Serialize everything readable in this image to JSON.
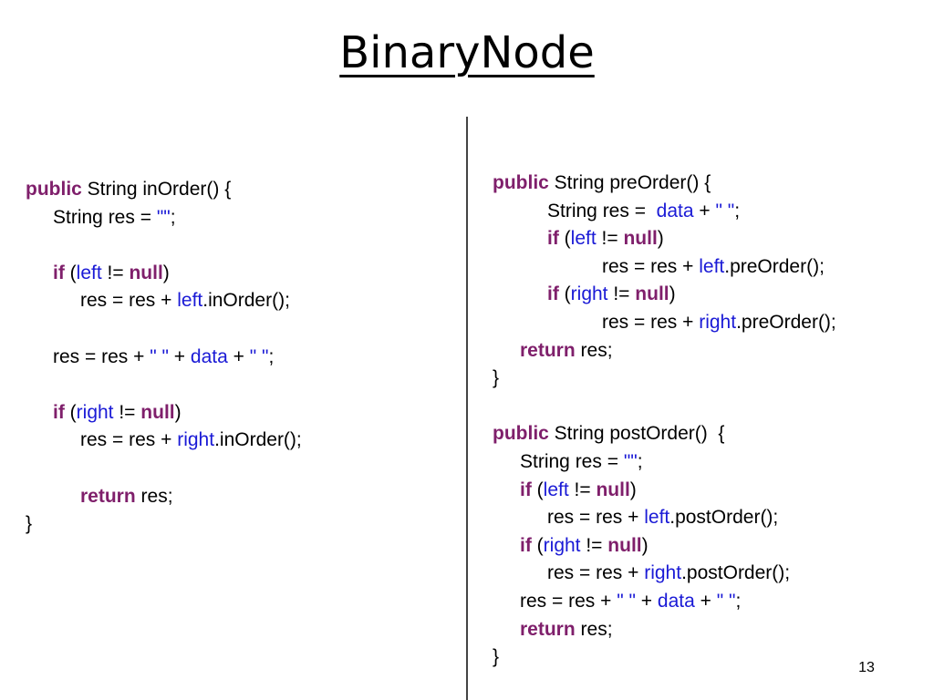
{
  "slide": {
    "title": "BinaryNode",
    "page_number": "13"
  },
  "colors": {
    "keyword": "#7f1f6b",
    "identifier": "#1a1ad6",
    "text": "#000000",
    "divider": "#444444"
  },
  "left_code": [
    {
      "indent": 0,
      "tokens": [
        {
          "t": "public",
          "c": "kw"
        },
        {
          "t": " String inOrder() {",
          "c": ""
        }
      ]
    },
    {
      "indent": 1,
      "tokens": [
        {
          "t": "String res = ",
          "c": ""
        },
        {
          "t": "\"\"",
          "c": "str"
        },
        {
          "t": ";",
          "c": ""
        }
      ]
    },
    {
      "indent": 0,
      "tokens": []
    },
    {
      "indent": 1,
      "tokens": [
        {
          "t": "if",
          "c": "kw"
        },
        {
          "t": " (",
          "c": ""
        },
        {
          "t": "left",
          "c": "id"
        },
        {
          "t": " != ",
          "c": ""
        },
        {
          "t": "null",
          "c": "kw"
        },
        {
          "t": ")",
          "c": ""
        }
      ]
    },
    {
      "indent": 2,
      "tokens": [
        {
          "t": "res = res + ",
          "c": ""
        },
        {
          "t": "left",
          "c": "id"
        },
        {
          "t": ".inOrder();",
          "c": ""
        }
      ]
    },
    {
      "indent": 0,
      "tokens": []
    },
    {
      "indent": 1,
      "tokens": [
        {
          "t": "res = res + ",
          "c": ""
        },
        {
          "t": "\" \"",
          "c": "str"
        },
        {
          "t": " + ",
          "c": ""
        },
        {
          "t": "data",
          "c": "id"
        },
        {
          "t": " + ",
          "c": ""
        },
        {
          "t": "\" \"",
          "c": "str"
        },
        {
          "t": ";",
          "c": ""
        }
      ]
    },
    {
      "indent": 0,
      "tokens": []
    },
    {
      "indent": 1,
      "tokens": [
        {
          "t": "if",
          "c": "kw"
        },
        {
          "t": " (",
          "c": ""
        },
        {
          "t": "right",
          "c": "id"
        },
        {
          "t": " != ",
          "c": ""
        },
        {
          "t": "null",
          "c": "kw"
        },
        {
          "t": ")",
          "c": ""
        }
      ]
    },
    {
      "indent": 2,
      "tokens": [
        {
          "t": "res = res + ",
          "c": ""
        },
        {
          "t": "right",
          "c": "id"
        },
        {
          "t": ".inOrder();",
          "c": ""
        }
      ]
    },
    {
      "indent": 0,
      "tokens": []
    },
    {
      "indent": 2,
      "tokens": [
        {
          "t": "return",
          "c": "kw"
        },
        {
          "t": " res;",
          "c": ""
        }
      ]
    },
    {
      "indent": 0,
      "tokens": [
        {
          "t": "}",
          "c": ""
        }
      ]
    }
  ],
  "right_code": [
    {
      "indent": 0,
      "tokens": [
        {
          "t": "public",
          "c": "kw"
        },
        {
          "t": " String preOrder() {",
          "c": ""
        }
      ]
    },
    {
      "indent": 2,
      "tokens": [
        {
          "t": "String res =  ",
          "c": ""
        },
        {
          "t": "data",
          "c": "id"
        },
        {
          "t": " + ",
          "c": ""
        },
        {
          "t": "\" \"",
          "c": "str"
        },
        {
          "t": ";",
          "c": ""
        }
      ]
    },
    {
      "indent": 2,
      "tokens": [
        {
          "t": "if",
          "c": "kw"
        },
        {
          "t": " (",
          "c": ""
        },
        {
          "t": "left",
          "c": "id"
        },
        {
          "t": " != ",
          "c": ""
        },
        {
          "t": "null",
          "c": "kw"
        },
        {
          "t": ")",
          "c": ""
        }
      ]
    },
    {
      "indent": 4,
      "tokens": [
        {
          "t": "res = res + ",
          "c": ""
        },
        {
          "t": "left",
          "c": "id"
        },
        {
          "t": ".preOrder();",
          "c": ""
        }
      ]
    },
    {
      "indent": 2,
      "tokens": [
        {
          "t": "if",
          "c": "kw"
        },
        {
          "t": " (",
          "c": ""
        },
        {
          "t": "right",
          "c": "id"
        },
        {
          "t": " != ",
          "c": ""
        },
        {
          "t": "null",
          "c": "kw"
        },
        {
          "t": ")",
          "c": ""
        }
      ]
    },
    {
      "indent": 4,
      "tokens": [
        {
          "t": "res = res + ",
          "c": ""
        },
        {
          "t": "right",
          "c": "id"
        },
        {
          "t": ".preOrder();",
          "c": ""
        }
      ]
    },
    {
      "indent": 1,
      "tokens": [
        {
          "t": "return",
          "c": "kw"
        },
        {
          "t": " res;",
          "c": ""
        }
      ]
    },
    {
      "indent": 0,
      "tokens": [
        {
          "t": "}",
          "c": ""
        }
      ]
    },
    {
      "indent": 0,
      "tokens": []
    },
    {
      "indent": 0,
      "tokens": [
        {
          "t": "public",
          "c": "kw"
        },
        {
          "t": " String postOrder()  {",
          "c": ""
        }
      ]
    },
    {
      "indent": 1,
      "tokens": [
        {
          "t": "String res = ",
          "c": ""
        },
        {
          "t": "\"\"",
          "c": "str"
        },
        {
          "t": ";",
          "c": ""
        }
      ]
    },
    {
      "indent": 1,
      "tokens": [
        {
          "t": "if",
          "c": "kw"
        },
        {
          "t": " (",
          "c": ""
        },
        {
          "t": "left",
          "c": "id"
        },
        {
          "t": " != ",
          "c": ""
        },
        {
          "t": "null",
          "c": "kw"
        },
        {
          "t": ")",
          "c": ""
        }
      ]
    },
    {
      "indent": 2,
      "tokens": [
        {
          "t": "res = res + ",
          "c": ""
        },
        {
          "t": "left",
          "c": "id"
        },
        {
          "t": ".postOrder();",
          "c": ""
        }
      ]
    },
    {
      "indent": 1,
      "tokens": [
        {
          "t": "if",
          "c": "kw"
        },
        {
          "t": " (",
          "c": ""
        },
        {
          "t": "right",
          "c": "id"
        },
        {
          "t": " != ",
          "c": ""
        },
        {
          "t": "null",
          "c": "kw"
        },
        {
          "t": ")",
          "c": ""
        }
      ]
    },
    {
      "indent": 2,
      "tokens": [
        {
          "t": "res = res + ",
          "c": ""
        },
        {
          "t": "right",
          "c": "id"
        },
        {
          "t": ".postOrder();",
          "c": ""
        }
      ]
    },
    {
      "indent": 1,
      "tokens": [
        {
          "t": "res = res + ",
          "c": ""
        },
        {
          "t": "\" \"",
          "c": "str"
        },
        {
          "t": " + ",
          "c": ""
        },
        {
          "t": "data",
          "c": "id"
        },
        {
          "t": " + ",
          "c": ""
        },
        {
          "t": "\" \"",
          "c": "str"
        },
        {
          "t": ";",
          "c": ""
        }
      ]
    },
    {
      "indent": 1,
      "tokens": [
        {
          "t": "return",
          "c": "kw"
        },
        {
          "t": " res;",
          "c": ""
        }
      ]
    },
    {
      "indent": 0,
      "tokens": [
        {
          "t": "}",
          "c": ""
        }
      ]
    }
  ]
}
